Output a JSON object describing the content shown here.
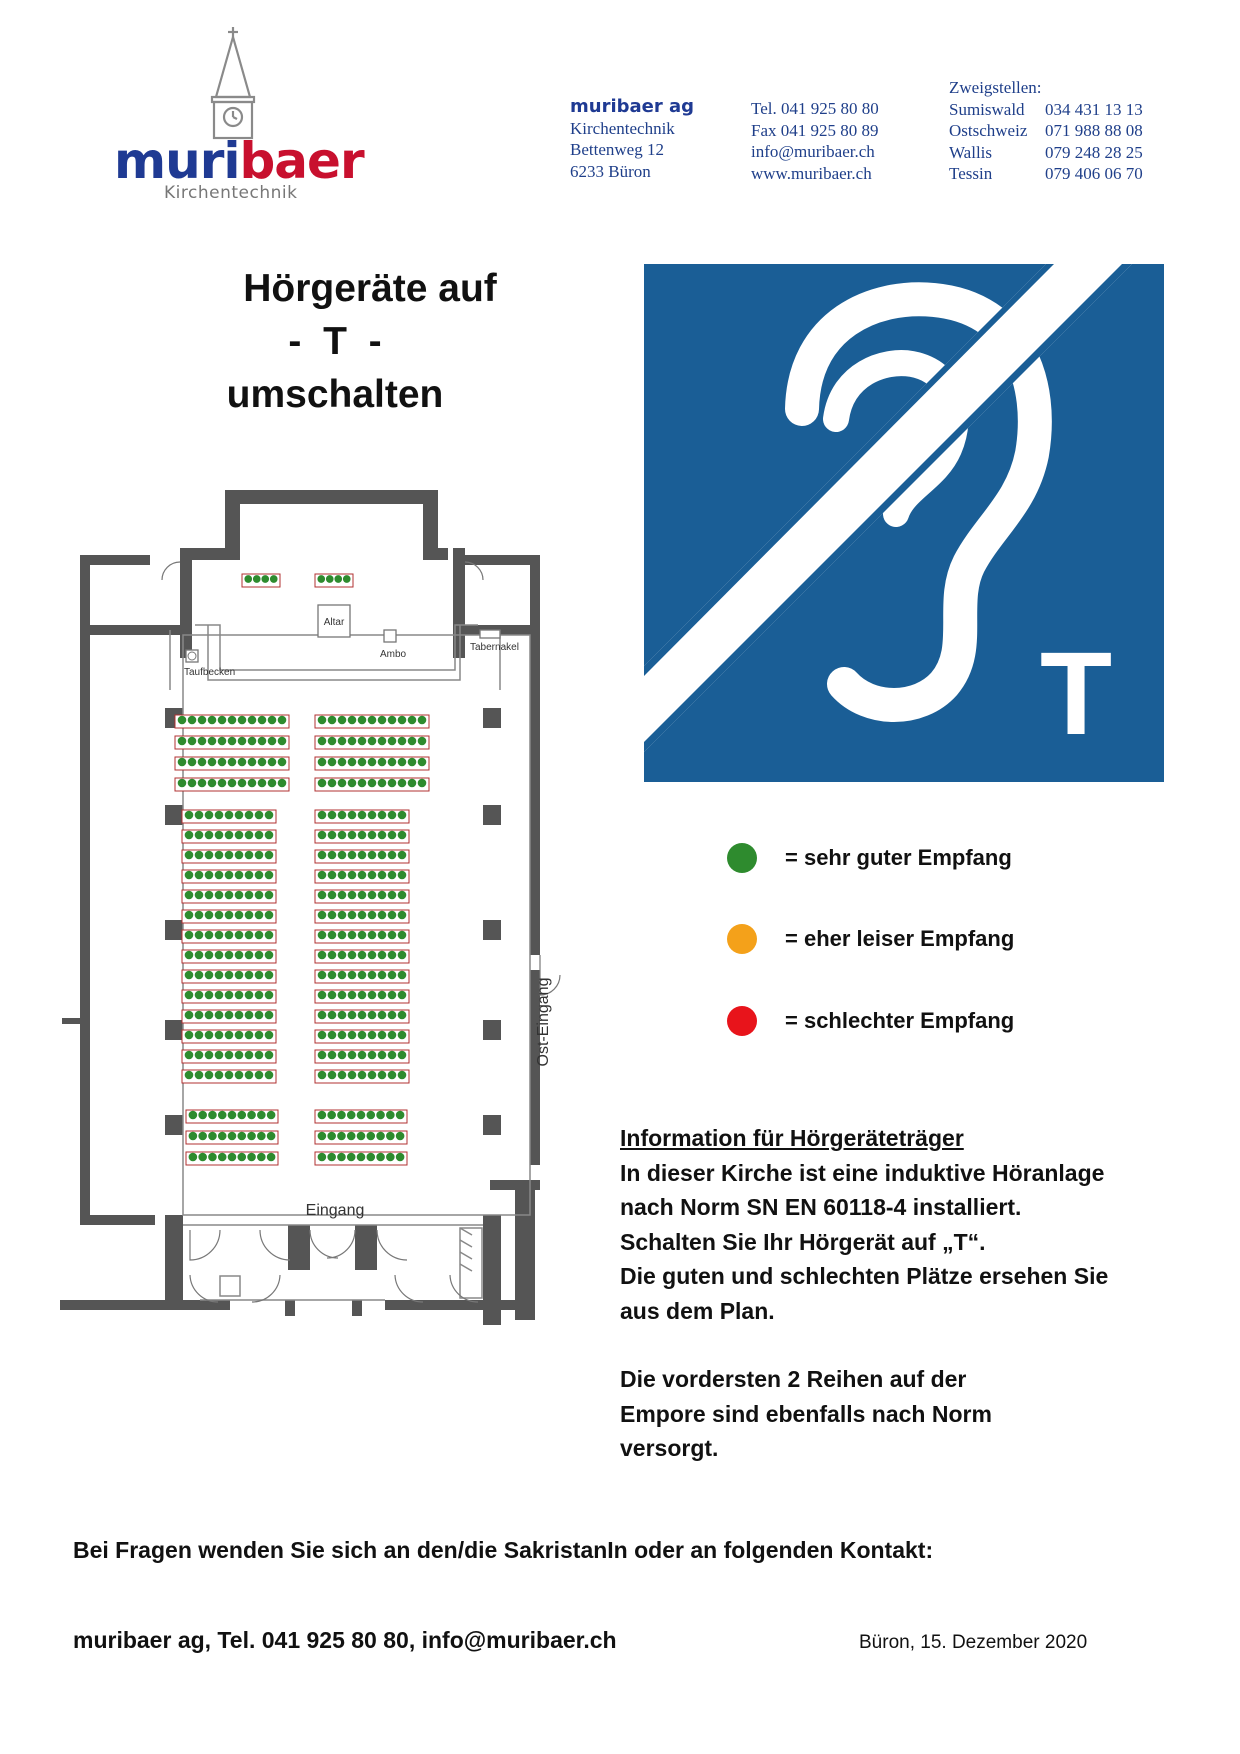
{
  "logo": {
    "word_a": "muri",
    "word_b": "baer",
    "subtitle": "Kirchentechnik"
  },
  "company": {
    "name": "muribaer ag",
    "line1": "Kirchentechnik",
    "street": "Bettenweg 12",
    "city": "6233 Büron"
  },
  "contact": {
    "tel": "Tel. 041 925 80 80",
    "fax": "Fax 041 925 80 89",
    "email": "info@muribaer.ch",
    "web": "www.muribaer.ch"
  },
  "branches": {
    "heading": "Zweigstellen:",
    "items": [
      {
        "name": "Sumiswald",
        "phone": "034 431 13 13"
      },
      {
        "name": "Ostschweiz",
        "phone": "071 988 88 08"
      },
      {
        "name": "Wallis",
        "phone": "079 248 28 25"
      },
      {
        "name": "Tessin",
        "phone": "079 406 06 70"
      }
    ]
  },
  "title": {
    "line1": "Hörgeräte auf",
    "line2": "-  T  -",
    "line3": "umschalten"
  },
  "sign": {
    "letter": "T",
    "bg_color": "#1a5e96"
  },
  "plan": {
    "altar": "Altar",
    "ambo": "Ambo",
    "taufbecken": "Taufbecken",
    "tabernakel": "Tabernakel",
    "ost_eingang": "Ost-Eingang",
    "eingang": "Eingang"
  },
  "legend": [
    {
      "color": "#2e8b2e",
      "label": "= sehr guter Empfang"
    },
    {
      "color": "#f4a11a",
      "label": "= eher leiser Empfang"
    },
    {
      "color": "#e8141b",
      "label": "= schlechter Empfang"
    }
  ],
  "info": {
    "heading": "Information für Hörgeräteträger",
    "p1_lines": [
      "In dieser Kirche ist eine induktive Höranlage",
      "nach Norm SN EN 60118-4 installiert.",
      "Schalten Sie Ihr Hörgerät auf „T“.",
      "Die guten und schlechten Plätze ersehen Sie",
      "aus dem Plan."
    ],
    "p2_lines": [
      "Die vordersten 2 Reihen auf der",
      "Empore sind ebenfalls nach Norm",
      "versorgt."
    ]
  },
  "footer": {
    "question": "Bei Fragen wenden Sie sich an den/die SakristanIn oder an folgenden Kontakt:",
    "contact": "muribaer ag, Tel. 041 925 80 80, info@muribaer.ch",
    "date": "Büron, 15. Dezember 2020"
  }
}
